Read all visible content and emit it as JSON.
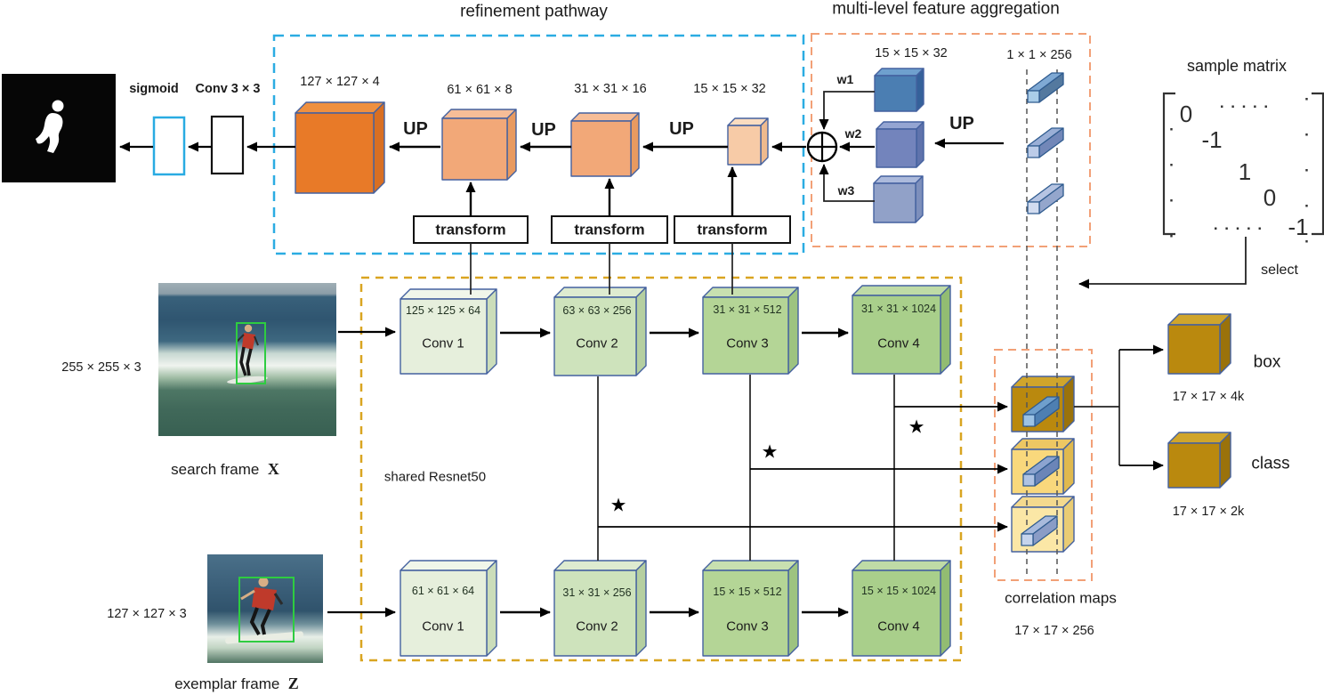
{
  "titles": {
    "refinement_pathway": "refinement pathway",
    "feature_aggregation": "multi-level feature aggregation",
    "sample_matrix": "sample matrix"
  },
  "refinement": {
    "output_dims": [
      "127 × 127 × 4",
      "61 × 61 × 8",
      "31 × 31 × 16",
      "15 × 15 × 32"
    ],
    "up_label": "UP",
    "transform_label": "transform",
    "sigmoid_label": "sigmoid",
    "conv_label": "Conv 3 × 3"
  },
  "aggregation": {
    "cube_dim": "15 × 15 × 32",
    "vector_dim": "1 × 1 × 256",
    "weights": [
      "w1",
      "w2",
      "w3"
    ],
    "up_label": "UP"
  },
  "sample_matrix": {
    "diagonal": [
      "0",
      "-1",
      "1",
      "0",
      "-1"
    ],
    "dots_top": "· · · · ·",
    "dots_bottom": "· · · · ·",
    "dots_left": "· · · ·",
    "dots_right": "· · · · ·",
    "select_label": "select"
  },
  "backbone": {
    "label": "shared Resnet50",
    "correlation_symbol": "★",
    "search_branch": [
      {
        "dim": "125 × 125 × 64",
        "name": "Conv 1"
      },
      {
        "dim": "63 × 63 × 256",
        "name": "Conv 2"
      },
      {
        "dim": "31 × 31 × 512",
        "name": "Conv 3"
      },
      {
        "dim": "31 × 31 × 1024",
        "name": "Conv 4"
      }
    ],
    "exemplar_branch": [
      {
        "dim": "61 × 61 × 64",
        "name": "Conv 1"
      },
      {
        "dim": "31 × 31 × 256",
        "name": "Conv 2"
      },
      {
        "dim": "15 × 15 × 512",
        "name": "Conv 3"
      },
      {
        "dim": "15 × 15 × 1024",
        "name": "Conv 4"
      }
    ]
  },
  "inputs": {
    "search": {
      "dim": "255 × 255 × 3",
      "caption": "search frame",
      "var": "X"
    },
    "exemplar": {
      "dim": "127 × 127 × 3",
      "caption": "exemplar frame",
      "var": "Z"
    }
  },
  "correlation": {
    "label": "correlation maps",
    "dim": "17 × 17 × 256"
  },
  "heads": {
    "box": {
      "label": "box",
      "dim": "17 × 17 × 4k"
    },
    "class": {
      "label": "class",
      "dim": "17 × 17 × 2k"
    }
  },
  "colors": {
    "refinement_box": "#29ABE2",
    "aggregation_box": "#F2A077",
    "backbone_box": "#D9A521",
    "correlation_box": "#F2A077",
    "bbox_green": "#2ECC40",
    "refinement_cube": "#E87A28",
    "conv_cube": "#A9CF8B",
    "head_cube": "#BA890E",
    "feature_cube": "#4B7EB2"
  }
}
